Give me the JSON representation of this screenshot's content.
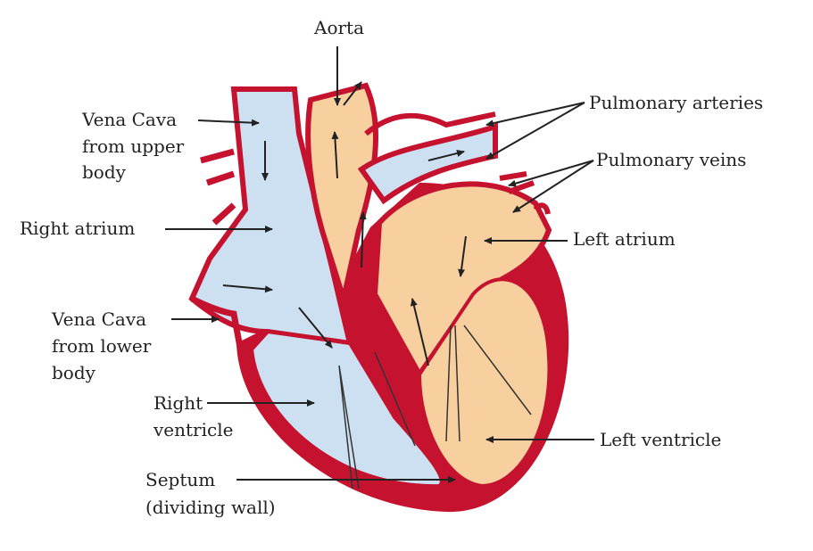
{
  "title": "Human heart diagram",
  "colors": {
    "muscle": "#c4122f",
    "deoxygenated": "#cde0f2",
    "oxygenated": "#f8cf9e",
    "ink": "#222222"
  },
  "labels": {
    "aorta": "Aorta",
    "pulmonary_arteries": "Pulmonary arteries",
    "pulmonary_veins": "Pulmonary veins",
    "vena_cava_upper": [
      "Vena Cava",
      "from upper",
      "body"
    ],
    "right_atrium": "Right atrium",
    "left_atrium": "Left atrium",
    "vena_cava_lower": [
      "Vena Cava",
      "from lower",
      "body"
    ],
    "right_ventricle": [
      "Right",
      "ventricle"
    ],
    "left_ventricle": "Left ventricle",
    "septum": [
      "Septum",
      "(dividing wall)"
    ]
  }
}
